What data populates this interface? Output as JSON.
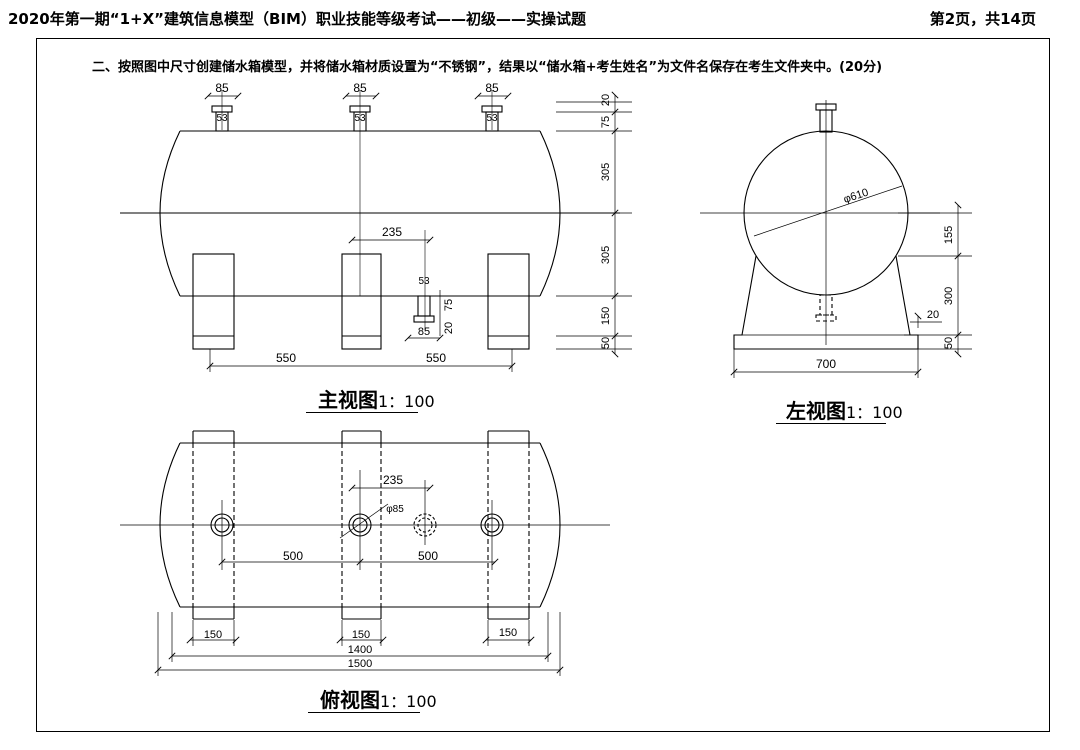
{
  "header": {
    "left": "2020年第一期“1+X”建筑信息模型（BIM）职业技能等级考试——初级——实操试题",
    "right": "第2页，共14页"
  },
  "question": "二、按照图中尺寸创建储水箱模型，并将储水箱材质设置为“不锈钢”，结果以“储水箱+考生姓名”为文件名保存在考生文件夹中。(20分)",
  "views": {
    "front": {
      "name": "主视图",
      "scale": "1：100"
    },
    "side": {
      "name": "左视图",
      "scale": "1：100"
    },
    "top": {
      "name": "俯视图",
      "scale": "1：100"
    }
  },
  "dimensions": {
    "front": {
      "pipe_flange": "85",
      "pipe_dia": "53",
      "v20": "20",
      "v75": "75",
      "v305a": "305",
      "v305b": "305",
      "v150": "150",
      "v50": "50",
      "offset235": "235",
      "bottom_pipe_dia": "53",
      "bottom_pipe_75": "75",
      "bottom_pipe_20": "20",
      "bottom_flange": "85",
      "span550a": "550",
      "span550b": "550"
    },
    "side": {
      "dia": "φ610",
      "v155": "155",
      "v300": "300",
      "v20": "20",
      "v50": "50",
      "width700": "700"
    },
    "top": {
      "offset235": "235",
      "hole": "φ85",
      "span500a": "500",
      "span500b": "500",
      "w150a": "150",
      "w150b": "150",
      "w150c": "150",
      "len1400": "1400",
      "len1500": "1500"
    }
  }
}
